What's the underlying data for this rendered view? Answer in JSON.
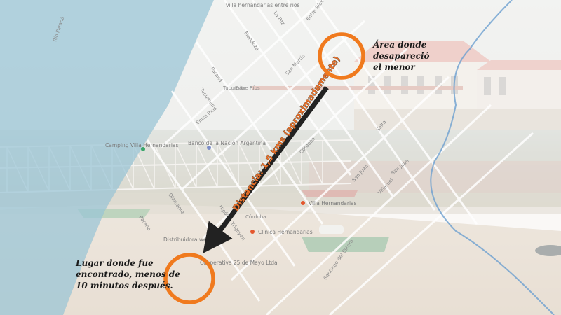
{
  "map": {
    "river_label": "Río Paraná",
    "place_labels": [
      {
        "id": "villa-hernandarias-entre-rios",
        "text": "villa hernandarias entre rios"
      },
      {
        "id": "villa-hernandarias",
        "text": "Villa Hernandarias"
      },
      {
        "id": "camping",
        "text": "Camping Villa Hernandarias"
      },
      {
        "id": "banco",
        "text": "Banco de la Nación Argentina"
      },
      {
        "id": "distribuidora",
        "text": "Distribuidora weeser"
      },
      {
        "id": "clinica",
        "text": "Clinica Hernandarias"
      },
      {
        "id": "cooperativa",
        "text": "Cooperativa 25 de Mayo Ltda"
      }
    ],
    "street_labels": [
      {
        "id": "s1",
        "text": "Mendoza"
      },
      {
        "id": "s2",
        "text": "La Paz"
      },
      {
        "id": "s3",
        "text": "Entre Ríos"
      },
      {
        "id": "s4",
        "text": "Tucumán"
      },
      {
        "id": "s5",
        "text": "Paraná"
      },
      {
        "id": "s6",
        "text": "San Martín"
      },
      {
        "id": "s7",
        "text": "Tucumán"
      },
      {
        "id": "s8",
        "text": "Entre Ríos"
      },
      {
        "id": "s9",
        "text": "Entre Ríos"
      },
      {
        "id": "s10",
        "text": "San Juan"
      },
      {
        "id": "s11",
        "text": "Salta"
      },
      {
        "id": "s12",
        "text": "Córdoba"
      },
      {
        "id": "s13",
        "text": "Córdoba"
      },
      {
        "id": "s14",
        "text": "Hipólito Yrigoyen"
      },
      {
        "id": "s15",
        "text": "Diamante"
      },
      {
        "id": "s16",
        "text": "Villaruel"
      },
      {
        "id": "s17",
        "text": "Santiago del Estero"
      },
      {
        "id": "s18",
        "text": "San Juan"
      },
      {
        "id": "s19",
        "text": "Paraná"
      }
    ]
  },
  "annotations": {
    "disappearance_area": "Área donde desapareció el menor",
    "found_location": "Lugar donde fue encontrado, menos de 10 minutos después.",
    "distance": "Distancia: 1,5 kms (aproximadamente)"
  },
  "colors": {
    "highlight_circle": "#f07a1e",
    "arrow": "#222222",
    "distance_text": "#e8702a",
    "river_overlay": "#a9ccd9",
    "sand": "#d9c9b2"
  }
}
